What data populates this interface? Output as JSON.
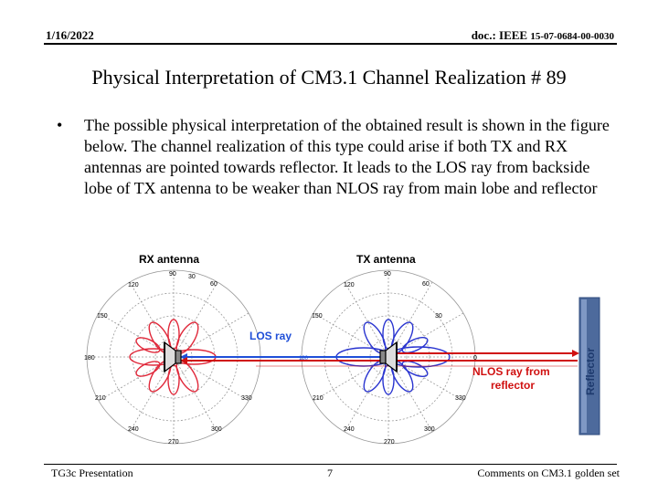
{
  "header": {
    "date": "1/16/2022",
    "doc_prefix": "doc.: IEEE ",
    "doc_number": "15-07-0684-00-0030"
  },
  "slide": {
    "title": "Physical Interpretation of CM3.1 Channel Realization # 89",
    "bullet_symbol": "•",
    "bullet_text": "The possible physical interpretation of the obtained result is shown in the figure below. The channel realization of this type could arise if both TX and RX antennas are pointed towards reflector. It leads to the LOS ray from backside lobe of TX antenna to be weaker than NLOS ray from main lobe and reflector"
  },
  "figure": {
    "rx_label": "RX antenna",
    "tx_label": "TX antenna",
    "los_label": "LOS ray",
    "nlos_label_1": "NLOS ray from",
    "nlos_label_2": "reflector",
    "reflector_label": "Reflector",
    "angles": {
      "a90": "90",
      "a60": "60",
      "a30": "30",
      "a0": "0",
      "a330": "330",
      "a300": "300",
      "a270": "270",
      "a240": "240",
      "a210": "210",
      "a180": "180",
      "a150": "150",
      "a120": "120"
    },
    "ring_tick": "180",
    "colors": {
      "rx": "#e0283a",
      "tx": "#2a35d0",
      "ray": "#d01010",
      "los": "#1f4fd8",
      "reflector": "#4d6a9c"
    }
  },
  "footer": {
    "left": "TG3c Presentation",
    "page": "7",
    "right": "Comments on CM3.1 golden set"
  }
}
